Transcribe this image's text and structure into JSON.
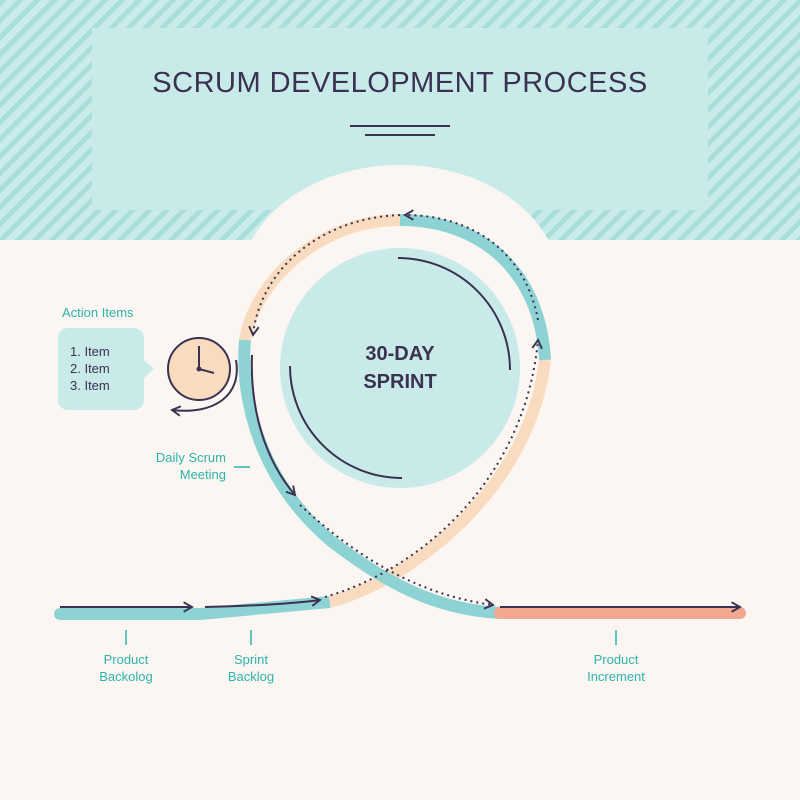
{
  "title": "SCRUM DEVELOPMENT PROCESS",
  "center": {
    "line1": "30-DAY",
    "line2": "SPRINT"
  },
  "action_items": {
    "heading": "Action Items",
    "items": [
      "1. Item",
      "2. Item",
      "3. Item"
    ]
  },
  "daily_scrum": {
    "line1": "Daily Scrum",
    "line2": "Meeting"
  },
  "stages": [
    {
      "line1": "Product",
      "line2": "Backolog"
    },
    {
      "line1": "Sprint",
      "line2": "Backlog"
    },
    {
      "line1": "Product",
      "line2": "Increment"
    }
  ],
  "icons": [
    "clock-icon",
    "return-arrow-icon"
  ],
  "colors": {
    "teal": "#8dd3d3",
    "peach": "#f9dcc0",
    "salmon": "#f3a78f",
    "navy": "#3b3150",
    "label_teal": "#2fb3ad",
    "header_bg": "#c8ebea",
    "background": "#fbf6f1"
  }
}
